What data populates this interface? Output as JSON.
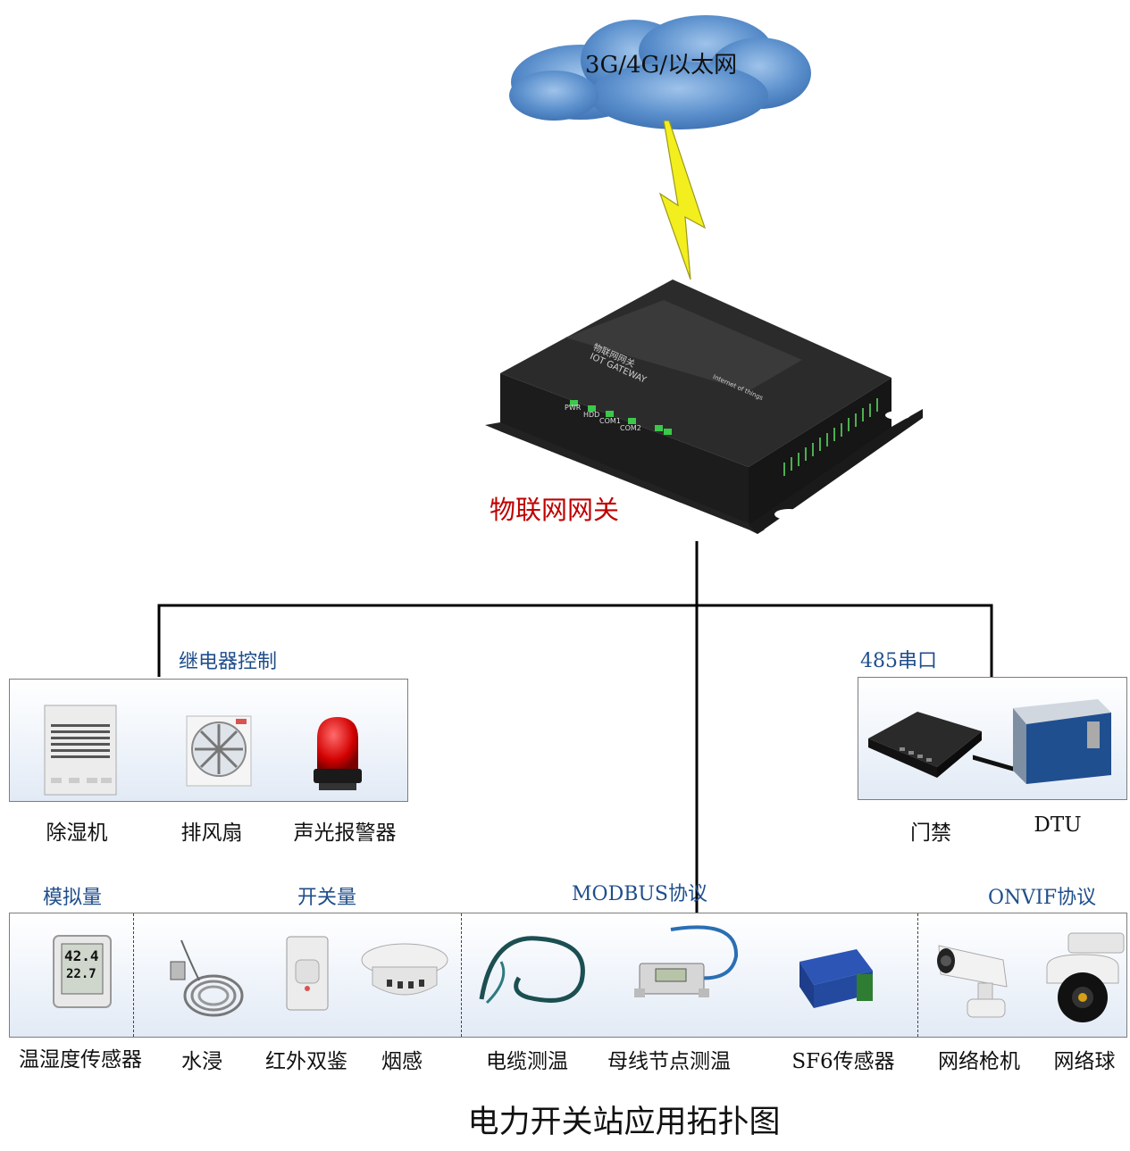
{
  "network": {
    "label": "3G/4G/以太网"
  },
  "gateway": {
    "name": "物联网网关",
    "brand_text": "物联网网关",
    "brand_text_en": "IOT GATEWAY",
    "led_labels": [
      "PWR",
      "HDD",
      "COM1",
      "COM2"
    ],
    "logo_text": "Internet of things"
  },
  "relay": {
    "title": "继电器控制",
    "devices": [
      "除湿机",
      "排风扇",
      "声光报警器"
    ]
  },
  "serial": {
    "title": "485串口",
    "devices": [
      "门禁",
      "DTU"
    ]
  },
  "bottom": {
    "analog_title": "模拟量",
    "switch_title": "开关量",
    "modbus_title": "MODBUS协议",
    "onvif_title": "ONVIF协议",
    "devices": [
      "温湿度传感器",
      "水浸",
      "红外双鉴",
      "烟感",
      "电缆测温",
      "母线节点测温",
      "SF6传感器",
      "网络枪机",
      "网络球"
    ],
    "thermo_reading_1": "42.4",
    "thermo_reading_2": "22.7"
  },
  "diagram_title": "电力开关站应用拓扑图",
  "colors": {
    "accent_red": "#c00000",
    "label_blue": "#1f4e8c",
    "cloud": "#4f86c6",
    "lightning": "#f3ee1e"
  }
}
